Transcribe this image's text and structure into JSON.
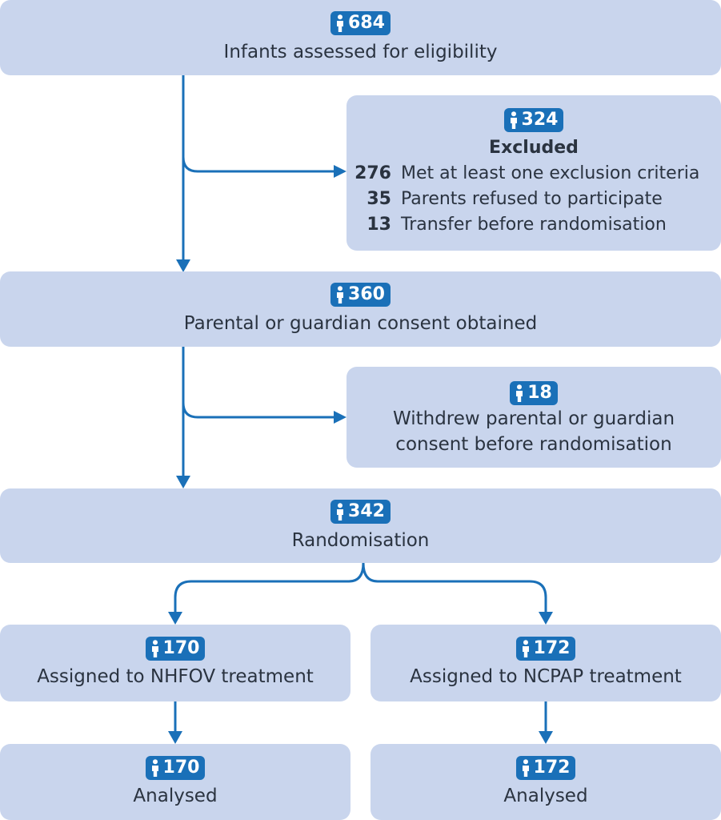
{
  "colors": {
    "box_fill": "#c9d5ed",
    "badge_fill": "#1a70b8",
    "arrow": "#1a70b8",
    "text": "#2a3340"
  },
  "badge_icon": "person-icon",
  "assessed": {
    "count": "684",
    "label": "Infants assessed for eligibility"
  },
  "excluded": {
    "count": "324",
    "title": "Excluded",
    "reasons": [
      {
        "count": "276",
        "text": "Met at least one exclusion criteria"
      },
      {
        "count": "35",
        "text": "Parents refused to participate"
      },
      {
        "count": "13",
        "text": "Transfer before randomisation"
      }
    ]
  },
  "consent": {
    "count": "360",
    "label": "Parental or guardian consent obtained"
  },
  "withdrew": {
    "count": "18",
    "label_line1": "Withdrew parental or guardian",
    "label_line2": "consent before randomisation"
  },
  "randomisation": {
    "count": "342",
    "label": "Randomisation"
  },
  "nhfov_assigned": {
    "count": "170",
    "label": "Assigned to NHFOV treatment"
  },
  "ncpap_assigned": {
    "count": "172",
    "label": "Assigned to NCPAP treatment"
  },
  "nhfov_analysed": {
    "count": "170",
    "label": "Analysed"
  },
  "ncpap_analysed": {
    "count": "172",
    "label": "Analysed"
  }
}
